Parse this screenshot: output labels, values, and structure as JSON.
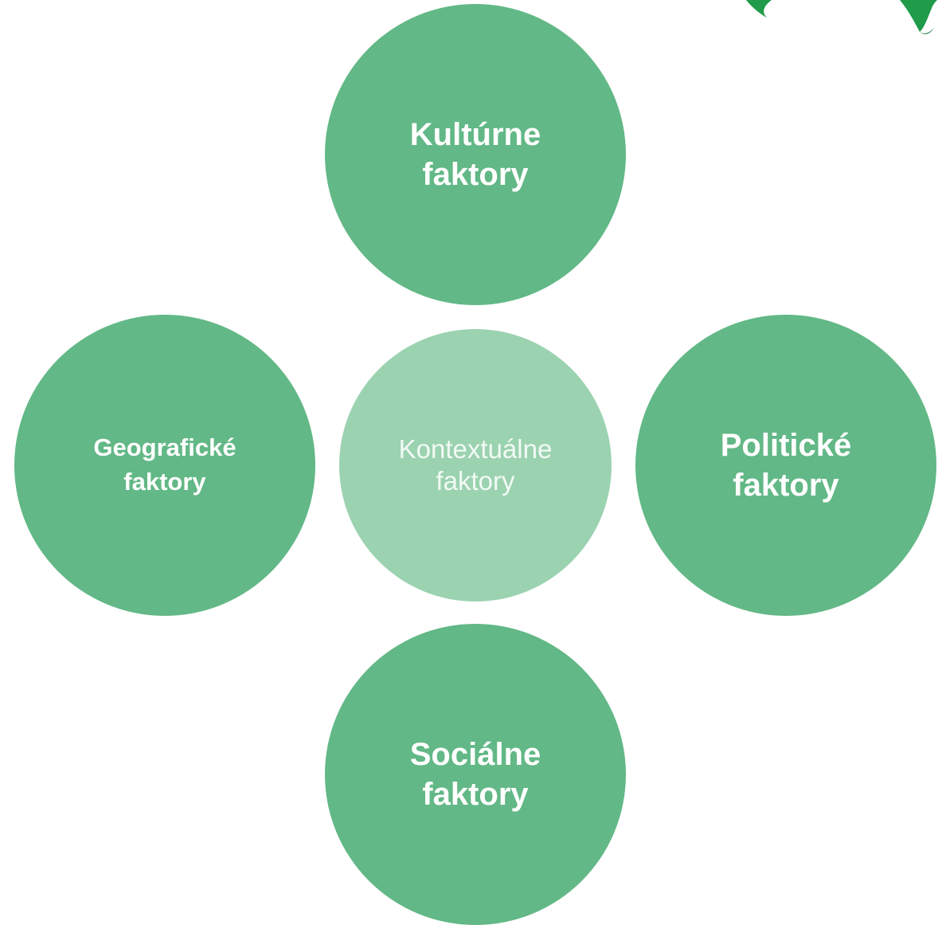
{
  "diagram": {
    "center": {
      "label": "Kontextuálne\nfaktory"
    },
    "nodes": {
      "top": {
        "label": "Kultúrne\nfaktory"
      },
      "left": {
        "label": "Geografické\nfaktory"
      },
      "right": {
        "label": "Politické\nfaktory"
      },
      "bottom": {
        "label": "Sociálne\nfaktory"
      }
    }
  },
  "colors": {
    "outer_circle": "#62b886",
    "center_circle": "#9bd2b0",
    "leaf_decoration": "#1f9b4a",
    "text": "#ffffff"
  },
  "icons": {
    "corner_decoration": "leaf-icon"
  }
}
